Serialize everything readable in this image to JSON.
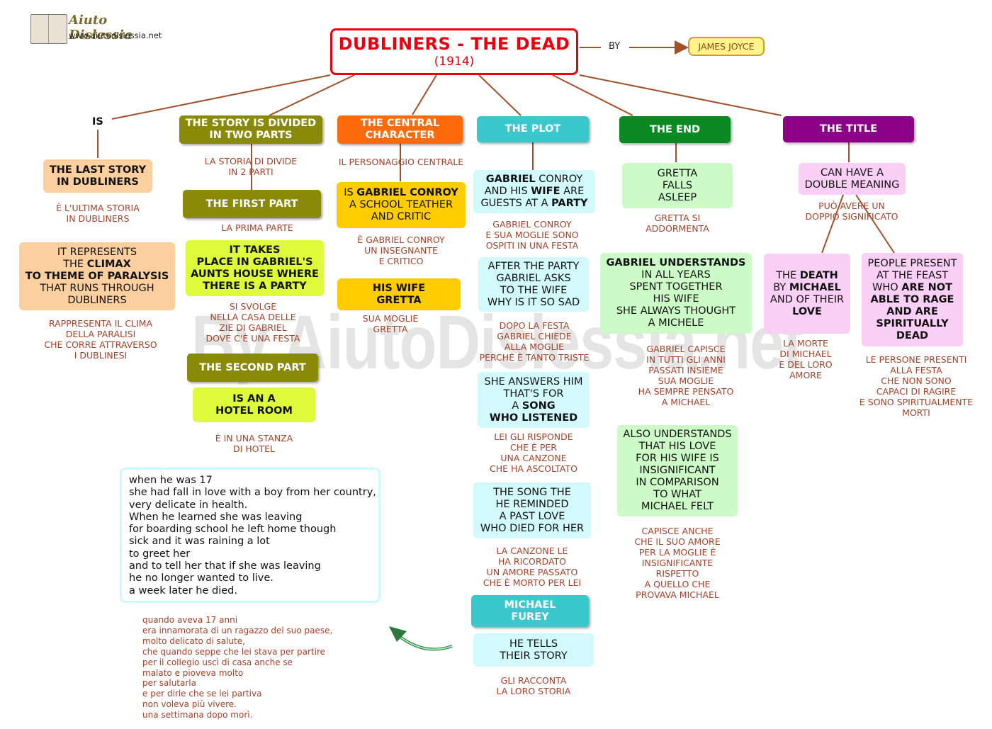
{
  "logo": {
    "name": "Aiuto Dislessia",
    "url": "www.aiutodislessia.net"
  },
  "title": {
    "main": "DUBLINERS - THE DEAD",
    "year": "(1914)"
  },
  "by": "BY",
  "author": "JAMES JOYCE",
  "watermark": "By AiutoDislessia.net",
  "is": {
    "label": "IS",
    "last_story": [
      "THE LAST STORY",
      "IN DUBLINERS"
    ],
    "last_story_it": [
      "È L'ULTIMA STORIA",
      "IN DUBLINERS"
    ],
    "represents": [
      "IT REPRESENTS",
      "THE ",
      "CLIMAX",
      "TO THEME OF PARALYSIS",
      "THAT RUNS THROUGH",
      "DUBLINERS"
    ],
    "represents_it": [
      "RAPPRESENTA IL CLIMA",
      "DELLA  PARALISI",
      "CHE CORRE ATTRAVERSO",
      "I DUBLINESI"
    ]
  },
  "parts": {
    "header": [
      "THE STORY IS DIVIDED",
      "IN TWO PARTS"
    ],
    "header_it": [
      "LA STORIA DI DIVIDE",
      "IN 2 PARTI"
    ],
    "first_header": "THE FIRST PART",
    "first_header_it": "LA PRIMA PARTE",
    "first_text": [
      "IT TAKES",
      "PLACE IN GABRIEL'S",
      "AUNTS HOUSE WHERE",
      "THERE IS A PARTY"
    ],
    "first_text_it": [
      "SI SVOLGE",
      "NELLA CASA DELLE",
      "ZIE DI GABRIEL",
      "DOVE C'È UNA FESTA"
    ],
    "second_header": "THE SECOND PART",
    "second_text": [
      "IS AN A",
      "HOTEL ROOM"
    ],
    "second_text_it": [
      "È IN UNA STANZA",
      "DI HOTEL"
    ]
  },
  "central": {
    "header": [
      "THE CENTRAL",
      "CHARACTER"
    ],
    "header_it": "IL PERSONAGGIO CENTRALE",
    "gabriel": [
      "IS ",
      "GABRIEL CONROY",
      "A SCHOOL TEATHER",
      "AND CRITIC"
    ],
    "gabriel_it": [
      "È GABRIEL CONROY",
      "UN INSEGNANTE",
      "E CRITICO"
    ],
    "wife": [
      "HIS WIFE",
      "GRETTA"
    ],
    "wife_it": [
      "SUA MOGLIE",
      "GRETTA"
    ]
  },
  "plot": {
    "header": "THE PLOT",
    "guests": [
      "GABRIEL",
      " CONROY",
      "AND HIS ",
      "WIFE",
      " ARE",
      "GUESTS AT A ",
      "PARTY"
    ],
    "guests_it": [
      "GABRIEL CONROY",
      "E SUA MOGLIE SONO",
      "OSPITI IN UNA FESTA"
    ],
    "after": [
      "AFTER THE PARTY",
      "GABRIEL ASKS",
      "TO THE WIFE",
      "WHY IS IT SO SAD"
    ],
    "after_it": [
      "DOPO LA FESTA",
      "GABRIEL CHIEDE",
      "ALLA MOGLIE",
      "PERCHÉ È TANTO TRISTE"
    ],
    "answers": [
      "SHE ANSWERS HIM",
      "THAT'S FOR",
      "A ",
      "SONG",
      "WHO LISTENED"
    ],
    "answers_it": [
      "LEI GLI RISPONDE",
      "CHE È PER",
      "UNA CANZONE",
      "CHE HA ASCOLTATO"
    ],
    "song": [
      "THE SONG THE",
      "HE REMINDED",
      "A PAST LOVE",
      "WHO DIED FOR HER"
    ],
    "song_it": [
      "LA CANZONE LE",
      "HA RICORDATO",
      "UN  AMORE PASSATO",
      "CHE È MORTO PER LEI"
    ],
    "michael": [
      "MICHAEL",
      "FUREY"
    ],
    "tells": [
      "HE TELLS",
      "THEIR STORY"
    ],
    "tells_it": [
      "GLI RACCONTA",
      "LA LORO STORIA"
    ]
  },
  "end": {
    "header": "THE END",
    "gretta": [
      "GRETTA",
      "FALLS",
      "ASLEEP"
    ],
    "gretta_it": [
      "GRETTA SI",
      "ADDORMENTA"
    ],
    "understands": [
      "GABRIEL UNDERSTANDS",
      "IN ALL YEARS",
      "SPENT TOGETHER",
      "HIS WIFE",
      "SHE ALWAYS THOUGHT",
      "A MICHELE"
    ],
    "understands_it": [
      "GABRIEL CAPISCE",
      "IN TUTTI GLI ANNI",
      "PASSATI INSIEME",
      "SUA MOGLIE",
      "HA SEMPRE PENSATO",
      "A MICHAEL"
    ],
    "also": [
      "ALSO UNDERSTANDS",
      "THAT HIS LOVE",
      "FOR HIS WIFE IS",
      "INSIGNIFICANT",
      "IN COMPARISON",
      "TO WHAT",
      "MICHAEL FELT"
    ],
    "also_it": [
      "CAPISCE ANCHE",
      "CHE IL SUO AMORE",
      "PER LA MOGLIE È",
      "INSIGNIFICANTE",
      "RISPETTO",
      "A QUELLO CHE",
      "PROVAVA MICHAEL"
    ]
  },
  "title_branch": {
    "header": "THE TITLE",
    "double": [
      "CAN HAVE A",
      "DOUBLE MEANING"
    ],
    "double_it": [
      "PUÒ AVERE UN",
      "DOPPIO SIGNIFICATO"
    ],
    "death": [
      "THE ",
      "DEATH",
      "BY ",
      "MICHAEL",
      "AND OF THEIR",
      "LOVE"
    ],
    "death_it": [
      "LA MORTE",
      "DI MICHAEL",
      "E DEL LORO",
      "AMORE"
    ],
    "people": [
      "PEOPLE PRESENT",
      "AT THE FEAST",
      "WHO ",
      "ARE NOT",
      "ABLE TO RAGE",
      "AND ARE",
      "SPIRITUALLY",
      "DEAD"
    ],
    "people_it": [
      "LE PERSONE PRESENTI",
      "ALLA FESTA",
      "CHE NON SONO",
      "CAPACI DI RAGIRE",
      "E SONO SPIRITUALMENTE",
      "MORTI"
    ]
  },
  "note": {
    "en": [
      "when he was 17",
      "she had fall in love with a boy from her country,",
      "very delicate in health.",
      "When he learned she was leaving",
      "for boarding school he left home though",
      "sick and it was raining a lot",
      "to greet her",
      "and to tell her that if she was leaving",
      "he no longer wanted to live.",
      "a week later he died."
    ],
    "it": [
      "quando aveva 17 anni",
      "era innamorata di un ragazzo del suo paese,",
      "molto delicato di salute,",
      "che quando seppe che lei stava per partire",
      "per il collegio uscì di casa anche se",
      "malato e pioveva molto",
      "per salutarla",
      "e per dirle  che se lei partiva",
      "non voleva più vivere.",
      "una settimana dopo morì."
    ]
  }
}
